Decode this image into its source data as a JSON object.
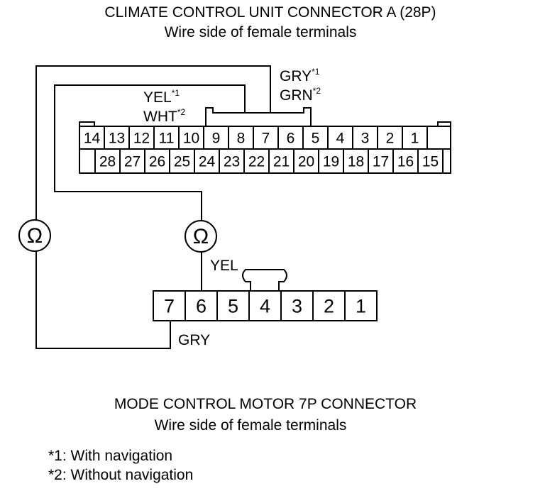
{
  "header": {
    "title": "CLIMATE CONTROL UNIT CONNECTOR A (28P)",
    "subtitle": "Wire side of female terminals"
  },
  "connector_a": {
    "top_row": [
      "14",
      "13",
      "12",
      "11",
      "10",
      "9",
      "8",
      "7",
      "6",
      "5",
      "4",
      "3",
      "2",
      "1"
    ],
    "bottom_row": [
      "28",
      "27",
      "26",
      "25",
      "24",
      "23",
      "22",
      "21",
      "20",
      "19",
      "18",
      "17",
      "16",
      "15"
    ],
    "wire_gry_label": "GRY",
    "wire_gry_note": "*1",
    "wire_grn_label": "GRN",
    "wire_grn_note": "*2",
    "wire_yel_label": "YEL",
    "wire_yel_note": "*1",
    "wire_wht_label": "WHT",
    "wire_wht_note": "*2"
  },
  "meters": {
    "left_symbol": "Ω",
    "right_symbol": "Ω"
  },
  "motor_connector": {
    "pins": [
      "7",
      "6",
      "5",
      "4",
      "3",
      "2",
      "1"
    ],
    "wire_yel_label": "YEL",
    "wire_gry_label": "GRY",
    "title": "MODE CONTROL MOTOR 7P CONNECTOR",
    "subtitle": "Wire side of female terminals"
  },
  "notes": {
    "note1": "*1: With navigation",
    "note2": "*2: Without navigation"
  }
}
